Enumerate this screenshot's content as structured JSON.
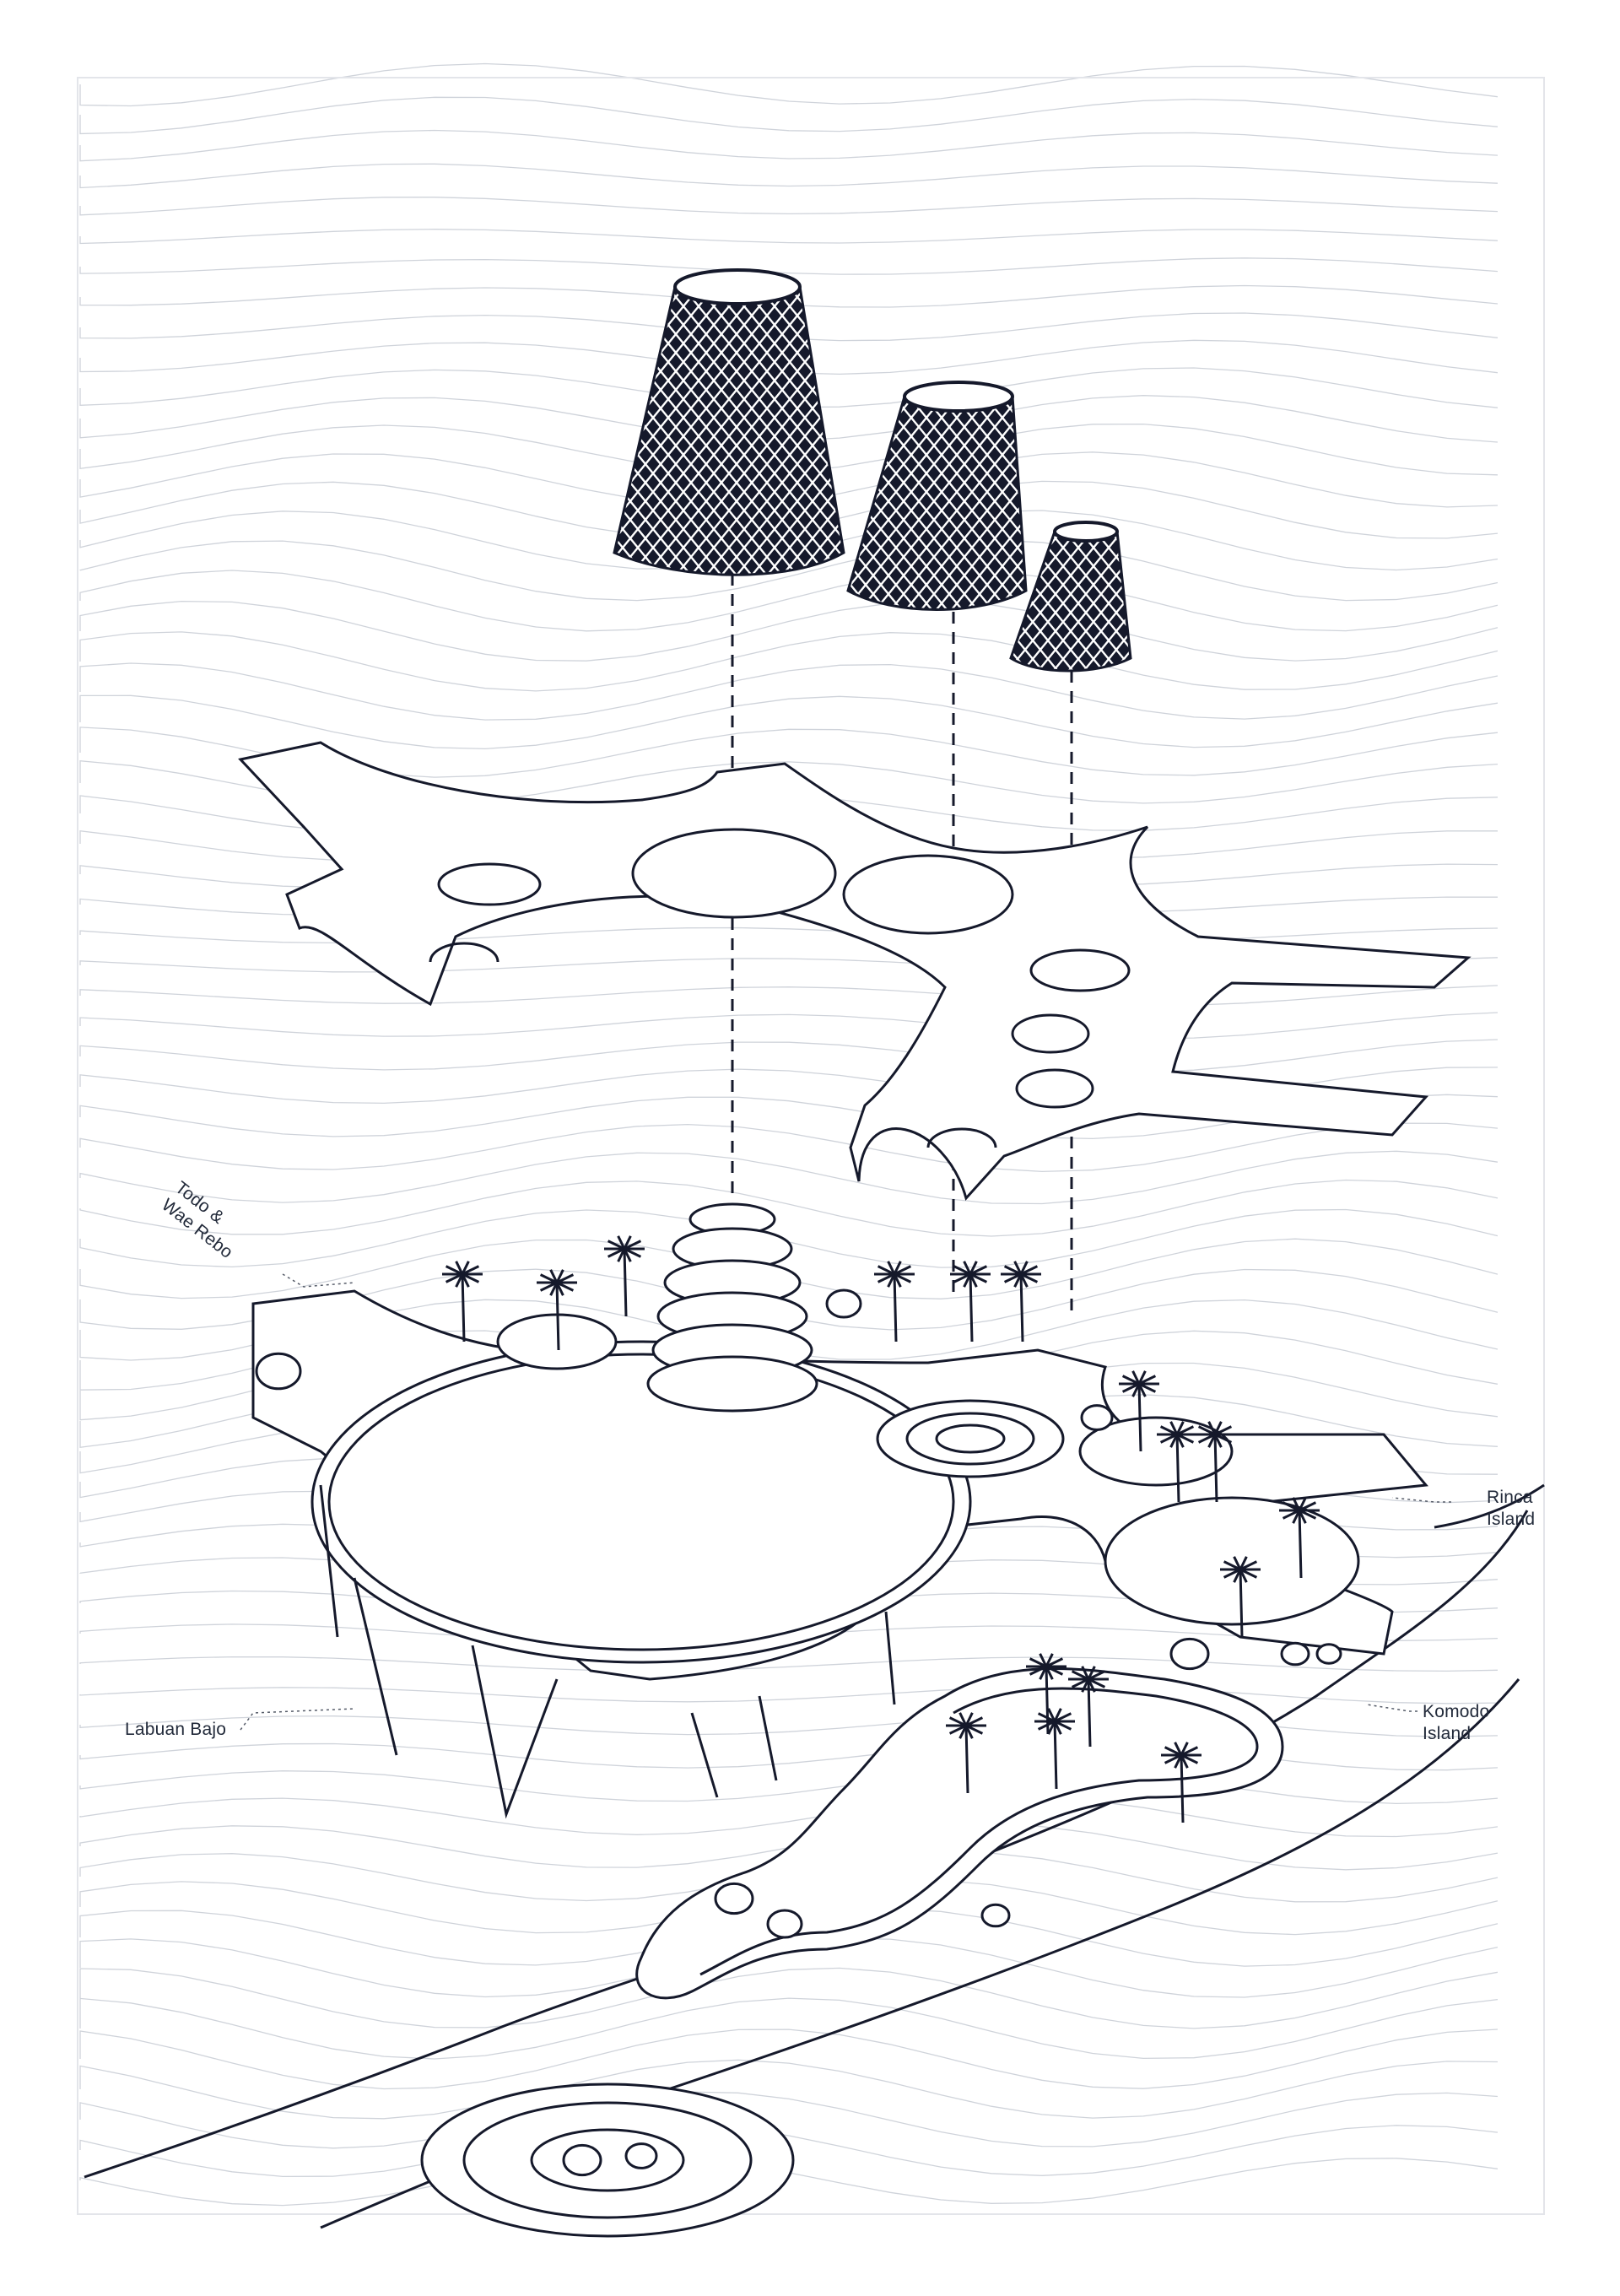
{
  "labels": {
    "todo_wae_rebo": {
      "line1": "Todo &",
      "line2": "Wae Rebo"
    },
    "labuan_bajo": "Labuan Bajo",
    "rinca_island": {
      "line1": "Rinca",
      "line2": "Island"
    },
    "komodo_island": {
      "line1": "Komodo",
      "line2": "Island"
    }
  },
  "colors": {
    "ink": "#15192b",
    "contour": "#cfd3da",
    "background": "#ffffff",
    "leader": "#555b68"
  },
  "icons": [
    "cone-roof",
    "palm-tree",
    "boulder",
    "spiral-tower"
  ]
}
